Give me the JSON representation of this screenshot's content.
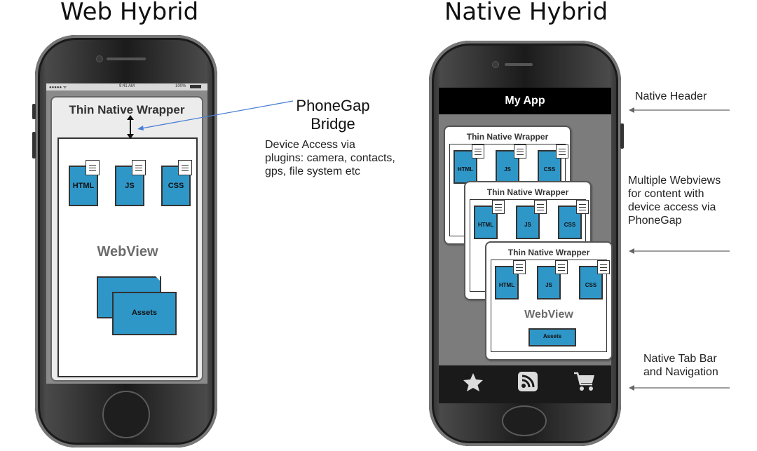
{
  "left": {
    "title": "Web Hybrid",
    "status": {
      "carrier": "●●●●● ᯤ",
      "time": "9:41 AM",
      "battery": "100%"
    },
    "wrapper_title": "Thin Native Wrapper",
    "files": [
      "HTML",
      "JS",
      "CSS"
    ],
    "webview_label": "WebView",
    "assets_label": "Assets"
  },
  "bridge": {
    "title_line1": "PhoneGap",
    "title_line2": "Bridge",
    "desc": [
      "Device Access via",
      "plugins: camera, contacts,",
      "gps, file system etc"
    ]
  },
  "right": {
    "title": "Native Hybrid",
    "header_title": "My App",
    "wrapper_title": "Thin Native Wrapper",
    "files": [
      "HTML",
      "JS",
      "CSS"
    ],
    "webview_label": "WebView",
    "assets_label": "Assets",
    "tab_icons": [
      "star-icon",
      "rss-icon",
      "cart-icon"
    ]
  },
  "annotations": {
    "native_header": "Native Header",
    "webviews": [
      "Multiple Webviews",
      "for content with",
      "device access via",
      "PhoneGap"
    ],
    "tab_bar": [
      "Native Tab Bar",
      "and Navigation"
    ]
  },
  "colors": {
    "file_blue": "#2f97c8",
    "screen_gray": "#8a8a8a",
    "arrow_blue": "#4a7fd4"
  }
}
